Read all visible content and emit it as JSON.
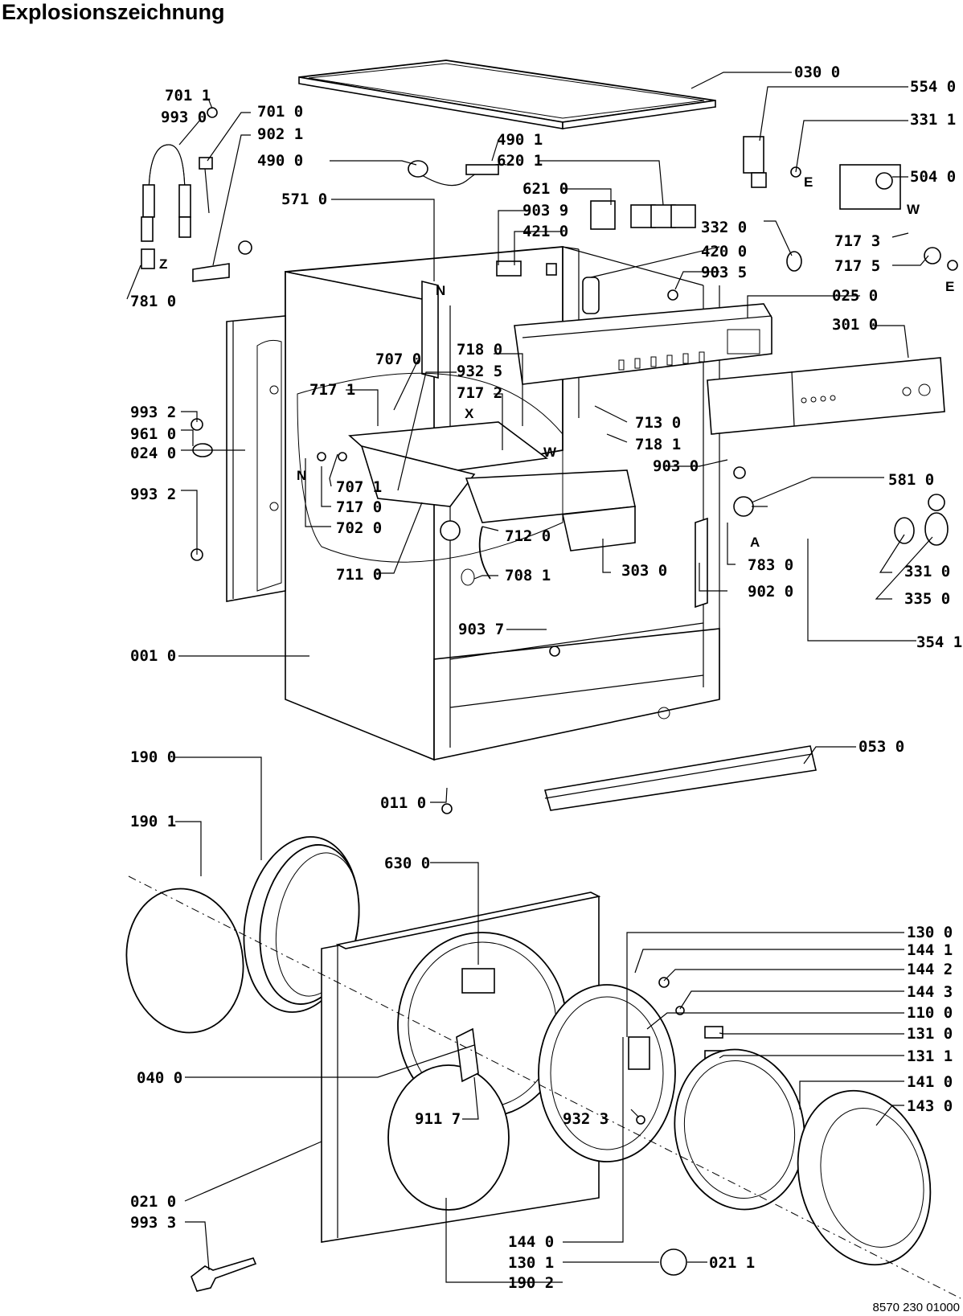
{
  "title": "Explosionszeichnung",
  "footer_code": "8570 230 01000",
  "labels": [
    {
      "id": "030-0",
      "text": "030 0"
    },
    {
      "id": "554-0",
      "text": "554 0"
    },
    {
      "id": "331-1",
      "text": "331 1"
    },
    {
      "id": "504-0",
      "text": "504 0"
    },
    {
      "id": "701-1",
      "text": "701 1"
    },
    {
      "id": "993-0",
      "text": "993 0"
    },
    {
      "id": "701-0",
      "text": "701 0"
    },
    {
      "id": "902-1",
      "text": "902 1"
    },
    {
      "id": "490-0",
      "text": "490 0"
    },
    {
      "id": "490-1",
      "text": "490 1"
    },
    {
      "id": "620-1",
      "text": "620 1"
    },
    {
      "id": "621-0",
      "text": "621 0"
    },
    {
      "id": "571-0",
      "text": "571 0"
    },
    {
      "id": "903-9",
      "text": "903 9"
    },
    {
      "id": "421-0",
      "text": "421 0"
    },
    {
      "id": "332-0",
      "text": "332 0"
    },
    {
      "id": "717-3",
      "text": "717 3"
    },
    {
      "id": "420-0",
      "text": "420 0"
    },
    {
      "id": "717-5",
      "text": "717 5"
    },
    {
      "id": "903-5",
      "text": "903 5"
    },
    {
      "id": "781-0",
      "text": "781 0"
    },
    {
      "id": "025-0",
      "text": "025 0"
    },
    {
      "id": "301-0",
      "text": "301 0"
    },
    {
      "id": "707-0",
      "text": "707 0"
    },
    {
      "id": "718-0",
      "text": "718 0"
    },
    {
      "id": "932-5",
      "text": "932 5"
    },
    {
      "id": "717-1",
      "text": "717 1"
    },
    {
      "id": "717-2",
      "text": "717 2"
    },
    {
      "id": "993-2a",
      "text": "993 2"
    },
    {
      "id": "961-0",
      "text": "961 0"
    },
    {
      "id": "024-0",
      "text": "024 0"
    },
    {
      "id": "713-0",
      "text": "713 0"
    },
    {
      "id": "718-1",
      "text": "718 1"
    },
    {
      "id": "903-0",
      "text": "903 0"
    },
    {
      "id": "993-2b",
      "text": "993 2"
    },
    {
      "id": "581-0",
      "text": "581 0"
    },
    {
      "id": "707-1",
      "text": "707 1"
    },
    {
      "id": "717-0",
      "text": "717 0"
    },
    {
      "id": "702-0",
      "text": "702 0"
    },
    {
      "id": "712-0",
      "text": "712 0"
    },
    {
      "id": "783-0",
      "text": "783 0"
    },
    {
      "id": "331-0",
      "text": "331 0"
    },
    {
      "id": "711-0",
      "text": "711 0"
    },
    {
      "id": "708-1",
      "text": "708 1"
    },
    {
      "id": "303-0",
      "text": "303 0"
    },
    {
      "id": "902-0",
      "text": "902 0"
    },
    {
      "id": "335-0",
      "text": "335 0"
    },
    {
      "id": "903-7",
      "text": "903 7"
    },
    {
      "id": "354-1",
      "text": "354 1"
    },
    {
      "id": "001-0",
      "text": "001 0"
    },
    {
      "id": "190-0",
      "text": "190 0"
    },
    {
      "id": "053-0",
      "text": "053 0"
    },
    {
      "id": "011-0",
      "text": "011 0"
    },
    {
      "id": "190-1",
      "text": "190 1"
    },
    {
      "id": "630-0",
      "text": "630 0"
    },
    {
      "id": "130-0",
      "text": "130 0"
    },
    {
      "id": "144-1",
      "text": "144 1"
    },
    {
      "id": "144-2",
      "text": "144 2"
    },
    {
      "id": "144-3",
      "text": "144 3"
    },
    {
      "id": "110-0",
      "text": "110 0"
    },
    {
      "id": "131-0",
      "text": "131 0"
    },
    {
      "id": "040-0",
      "text": "040 0"
    },
    {
      "id": "131-1",
      "text": "131 1"
    },
    {
      "id": "141-0",
      "text": "141 0"
    },
    {
      "id": "932-3",
      "text": "932 3"
    },
    {
      "id": "143-0",
      "text": "143 0"
    },
    {
      "id": "911-7",
      "text": "911 7"
    },
    {
      "id": "021-0",
      "text": "021 0"
    },
    {
      "id": "993-3",
      "text": "993 3"
    },
    {
      "id": "144-0",
      "text": "144 0"
    },
    {
      "id": "130-1",
      "text": "130 1"
    },
    {
      "id": "021-1",
      "text": "021 1"
    },
    {
      "id": "190-2",
      "text": "190 2"
    }
  ],
  "markers": [
    {
      "id": "E1",
      "text": "E"
    },
    {
      "id": "E2",
      "text": "E"
    },
    {
      "id": "W1",
      "text": "W"
    },
    {
      "id": "W2",
      "text": "W"
    },
    {
      "id": "N1",
      "text": "N"
    },
    {
      "id": "N2",
      "text": "N"
    },
    {
      "id": "X",
      "text": "X"
    },
    {
      "id": "Z",
      "text": "Z"
    },
    {
      "id": "A",
      "text": "A"
    }
  ]
}
